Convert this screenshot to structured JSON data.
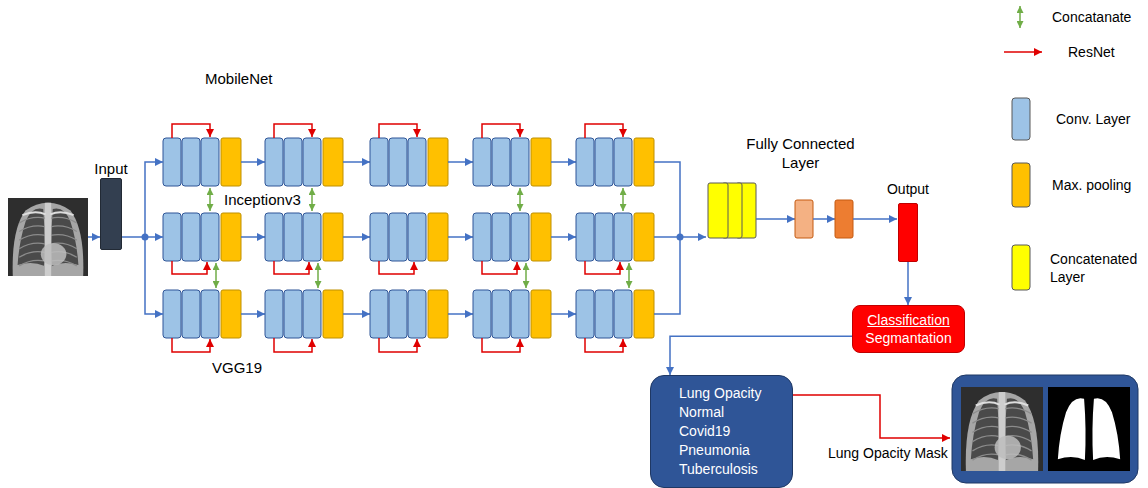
{
  "diagram": {
    "nodes": [
      {
        "text": [
          "Input"
        ]
      },
      {
        "text": [
          "Output"
        ]
      },
      {
        "text": [
          "Classification",
          "Segmantation"
        ]
      },
      {
        "text": [
          "Lung Opacity",
          "Normal",
          "Covid19",
          "Pneumonia",
          "Tuberculosis"
        ]
      }
    ],
    "edges": [
      {
        "from": 1,
        "to": 2,
        "arrow": "to"
      },
      {
        "from": 2,
        "to": 3,
        "arrow": "to"
      }
    ],
    "labels": [
      "MobileNet",
      "Inceptionv3",
      "VGG19",
      "Fully Connected Layer",
      "Lung Opacity Mask"
    ],
    "legend": [
      {
        "text": "Concatanate"
      },
      {
        "text": "ResNet"
      },
      {
        "text": "Conv. Layer",
        "color": "#9dc3e6"
      },
      {
        "text": "Max. pooling",
        "color": "#ffc000"
      },
      {
        "text": "Concatenated Layer",
        "color": "#ffff00"
      }
    ]
  }
}
